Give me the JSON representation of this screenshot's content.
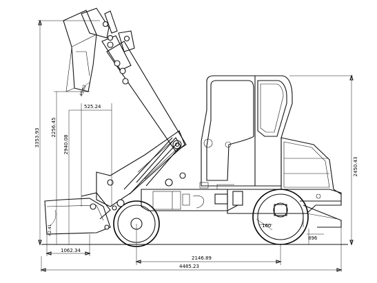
{
  "dimensions": {
    "max_height": "3353.93",
    "dump_height": "2256.45",
    "pin_height": "2940.08",
    "reach": "525.24",
    "cab_height": "2450.43",
    "dig_depth": "1062.34",
    "wheelbase": "2146.89",
    "overall_length": "4485.23",
    "clearance": "896",
    "step": "160",
    "dump_angle": "45.62",
    "rollback_angle": "42.41"
  }
}
